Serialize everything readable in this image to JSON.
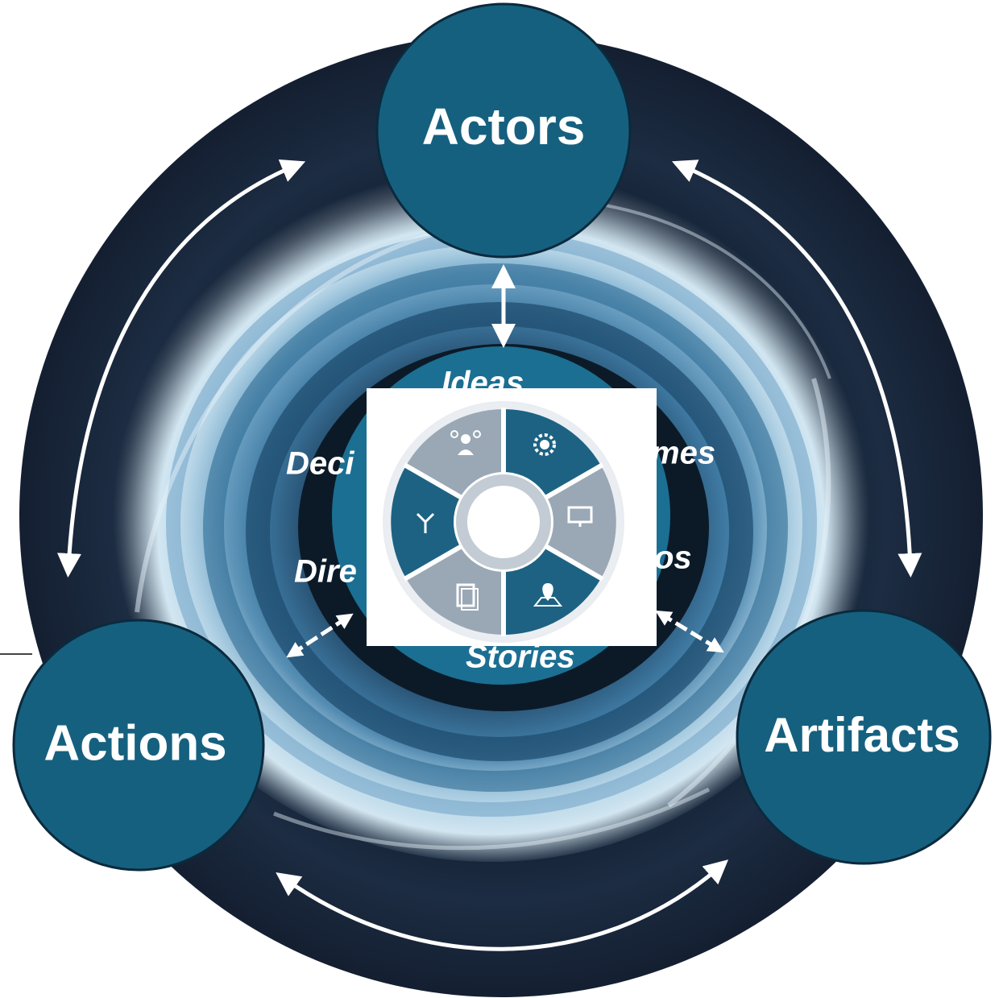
{
  "nodes": {
    "actors": "Actors",
    "actions": "Actions",
    "artifacts": "Artifacts"
  },
  "inner_labels": {
    "top": "Ideas",
    "upper_left": "Deci",
    "upper_right": "mes",
    "lower_left": "Dire",
    "lower_right": "os",
    "bottom": "Stories"
  },
  "puzzle_icons": [
    "decision-icon",
    "idea-gear-icon",
    "monitor-gear-icon",
    "map-pin-icon",
    "documents-icon",
    "split-arrows-icon"
  ],
  "colors": {
    "node_fill": "#16607f",
    "node_stroke": "#0b2a3d",
    "outer_ring": "#1a2a3f",
    "inner_disc": "#1b6f92",
    "puzzle_blue": "#1d6283",
    "puzzle_grey": "#9aa7b4",
    "arrow": "#ffffff"
  }
}
